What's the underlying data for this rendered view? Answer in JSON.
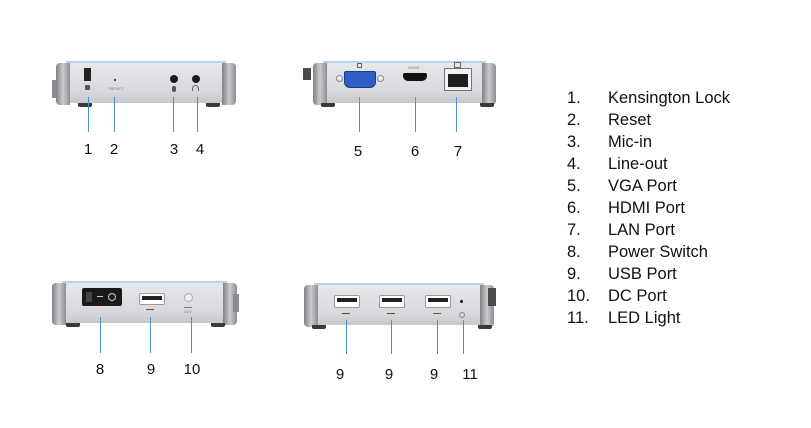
{
  "panels": [
    {
      "name": "left-side-panel",
      "callouts": [
        "1",
        "2",
        "3",
        "4"
      ],
      "markings": {
        "reset": "RESET"
      }
    },
    {
      "name": "back-panel",
      "callouts": [
        "5",
        "6",
        "7"
      ],
      "markings": {
        "hdmi": "HDMI"
      }
    },
    {
      "name": "front-panel",
      "callouts": [
        "8",
        "9",
        "10"
      ],
      "markings": {
        "dc": "12V"
      }
    },
    {
      "name": "right-side-panel",
      "callouts": [
        "9",
        "9",
        "9",
        "11"
      ]
    }
  ],
  "legend": [
    {
      "num": "1.",
      "label": "Kensington Lock"
    },
    {
      "num": "2.",
      "label": "Reset"
    },
    {
      "num": "3.",
      "label": "Mic-in"
    },
    {
      "num": "4.",
      "label": "Line-out"
    },
    {
      "num": "5.",
      "label": "VGA Port"
    },
    {
      "num": "6.",
      "label": "HDMI Port"
    },
    {
      "num": "7.",
      "label": "LAN Port"
    },
    {
      "num": "8.",
      "label": "Power Switch"
    },
    {
      "num": "9.",
      "label": "USB Port"
    },
    {
      "num": "10.",
      "label": "DC Port"
    },
    {
      "num": "11.",
      "label": "LED Light"
    }
  ],
  "colors": {
    "leader_line": "#4f8fc7",
    "vga_port": "#2f5fc4",
    "device_body": "#d9dbdf"
  }
}
